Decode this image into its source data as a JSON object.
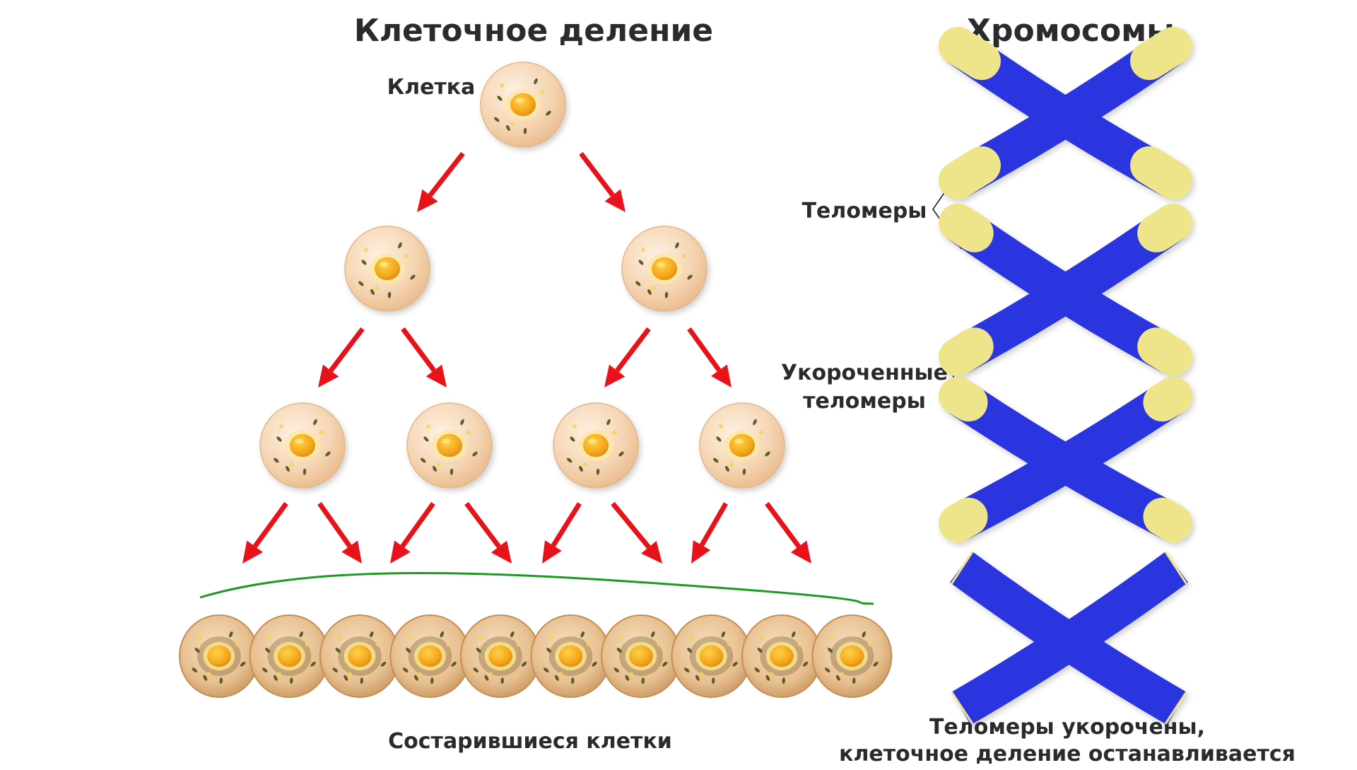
{
  "titles": {
    "left": "Клеточное деление",
    "right": "Хромосомы"
  },
  "labels": {
    "cell": "Клетка",
    "telomeres": "Теломеры",
    "shortened_line1": "Укороченные",
    "shortened_line2": "теломеры",
    "aged_cells": "Состарившиеся клетки",
    "stop_line1": "Теломеры укорочены,",
    "stop_line2": "клеточное деление останавливается"
  },
  "colors": {
    "arrow": "#e8121b",
    "chromosome": "#2a34e0",
    "telomere": "#eee58a",
    "curve": "#1d9a22",
    "cell_body": "#f7dcc0",
    "nucleus": "#f2a81c"
  },
  "division": {
    "levels": 3,
    "aged_cell_count": 10
  },
  "chromosomes": [
    {
      "stage": "full-telomeres"
    },
    {
      "stage": "shorter-telomeres"
    },
    {
      "stage": "short-telomeres"
    },
    {
      "stage": "no-telomeres"
    }
  ]
}
